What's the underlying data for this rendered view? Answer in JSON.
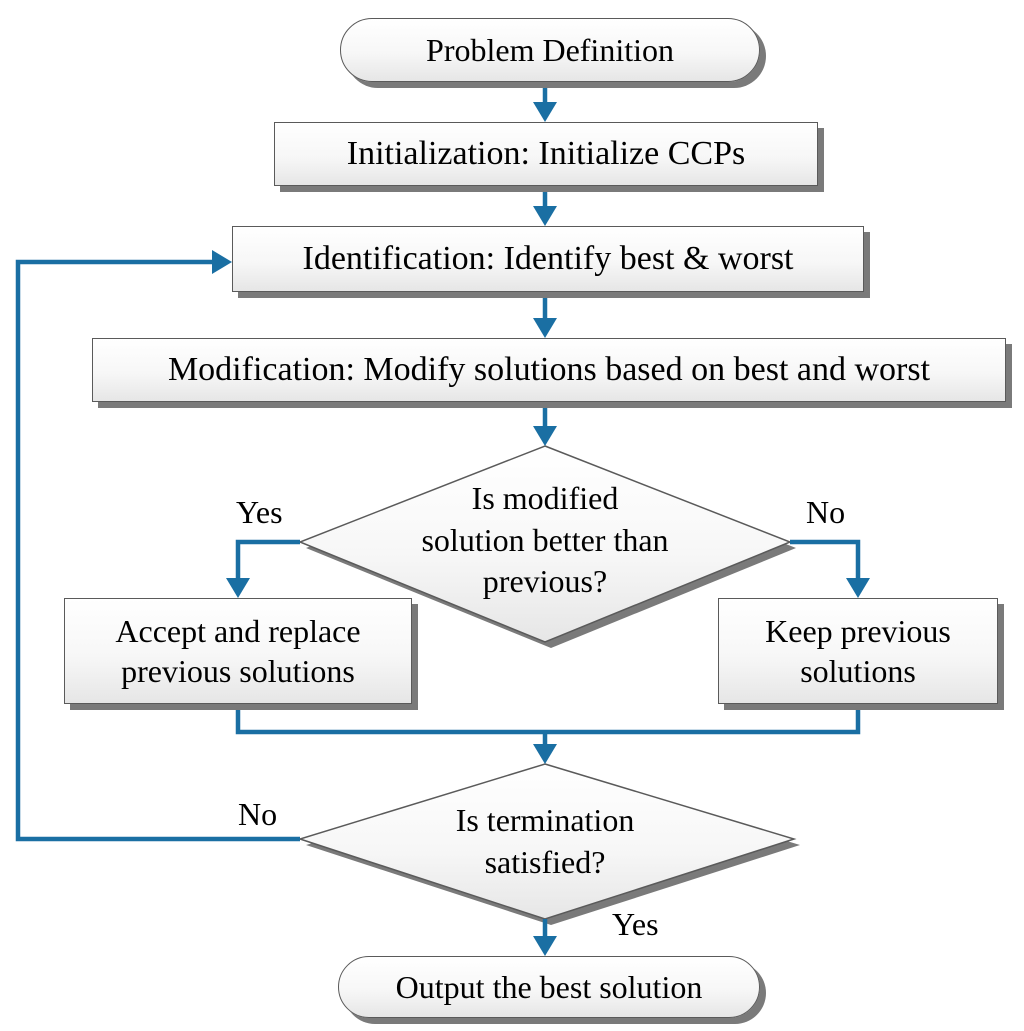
{
  "nodes": {
    "start": "Problem Definition",
    "init": "Initialization: Initialize CCPs",
    "identify": "Identification: Identify best & worst",
    "modify": "Modification: Modify solutions based on best and worst",
    "decision1": "Is modified\nsolution better than\nprevious?",
    "accept": "Accept and replace\nprevious solutions",
    "keep": "Keep previous\nsolutions",
    "decision2": "Is termination\nsatisfied?",
    "end": "Output the best solution"
  },
  "edge_labels": {
    "yes1": "Yes",
    "no1": "No",
    "no2": "No",
    "yes2": "Yes"
  },
  "colors": {
    "connector": "#1a6fa3",
    "node_border": "#5a5a5a",
    "shadow": "#7a7a7a"
  }
}
